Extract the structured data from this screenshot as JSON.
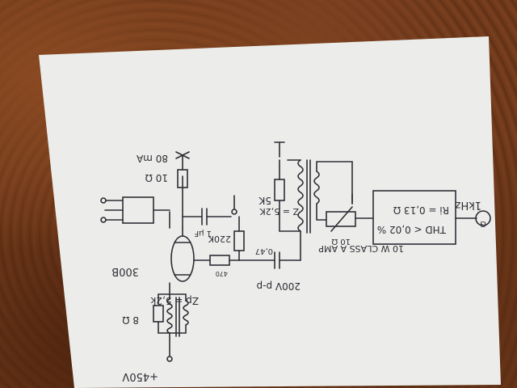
{
  "title": "10 W CLASS A AMP",
  "specs": {
    "ri": "Ri = 0,13 Ω",
    "thd": "THD < 0,02 %"
  },
  "supply": "+450V",
  "bias_resistor": "10 Ω",
  "bias_current": "80 mA",
  "load": "8 Ω",
  "output_impedance": "Zp = 5,2k",
  "tube": "300B",
  "grid_resistor": "470",
  "grid_leak": "220K",
  "coupling_cap": "0,47",
  "cathode_cap": "1 µF",
  "drive_voltage": "200V p-p",
  "interstage_impedance": "Z = 5,2K",
  "interstage_resistor": "5K",
  "pot": "10 Ω",
  "frequency": "1kHz",
  "colors": {
    "ink": "#2c2c34",
    "paper": "#ecedea"
  }
}
